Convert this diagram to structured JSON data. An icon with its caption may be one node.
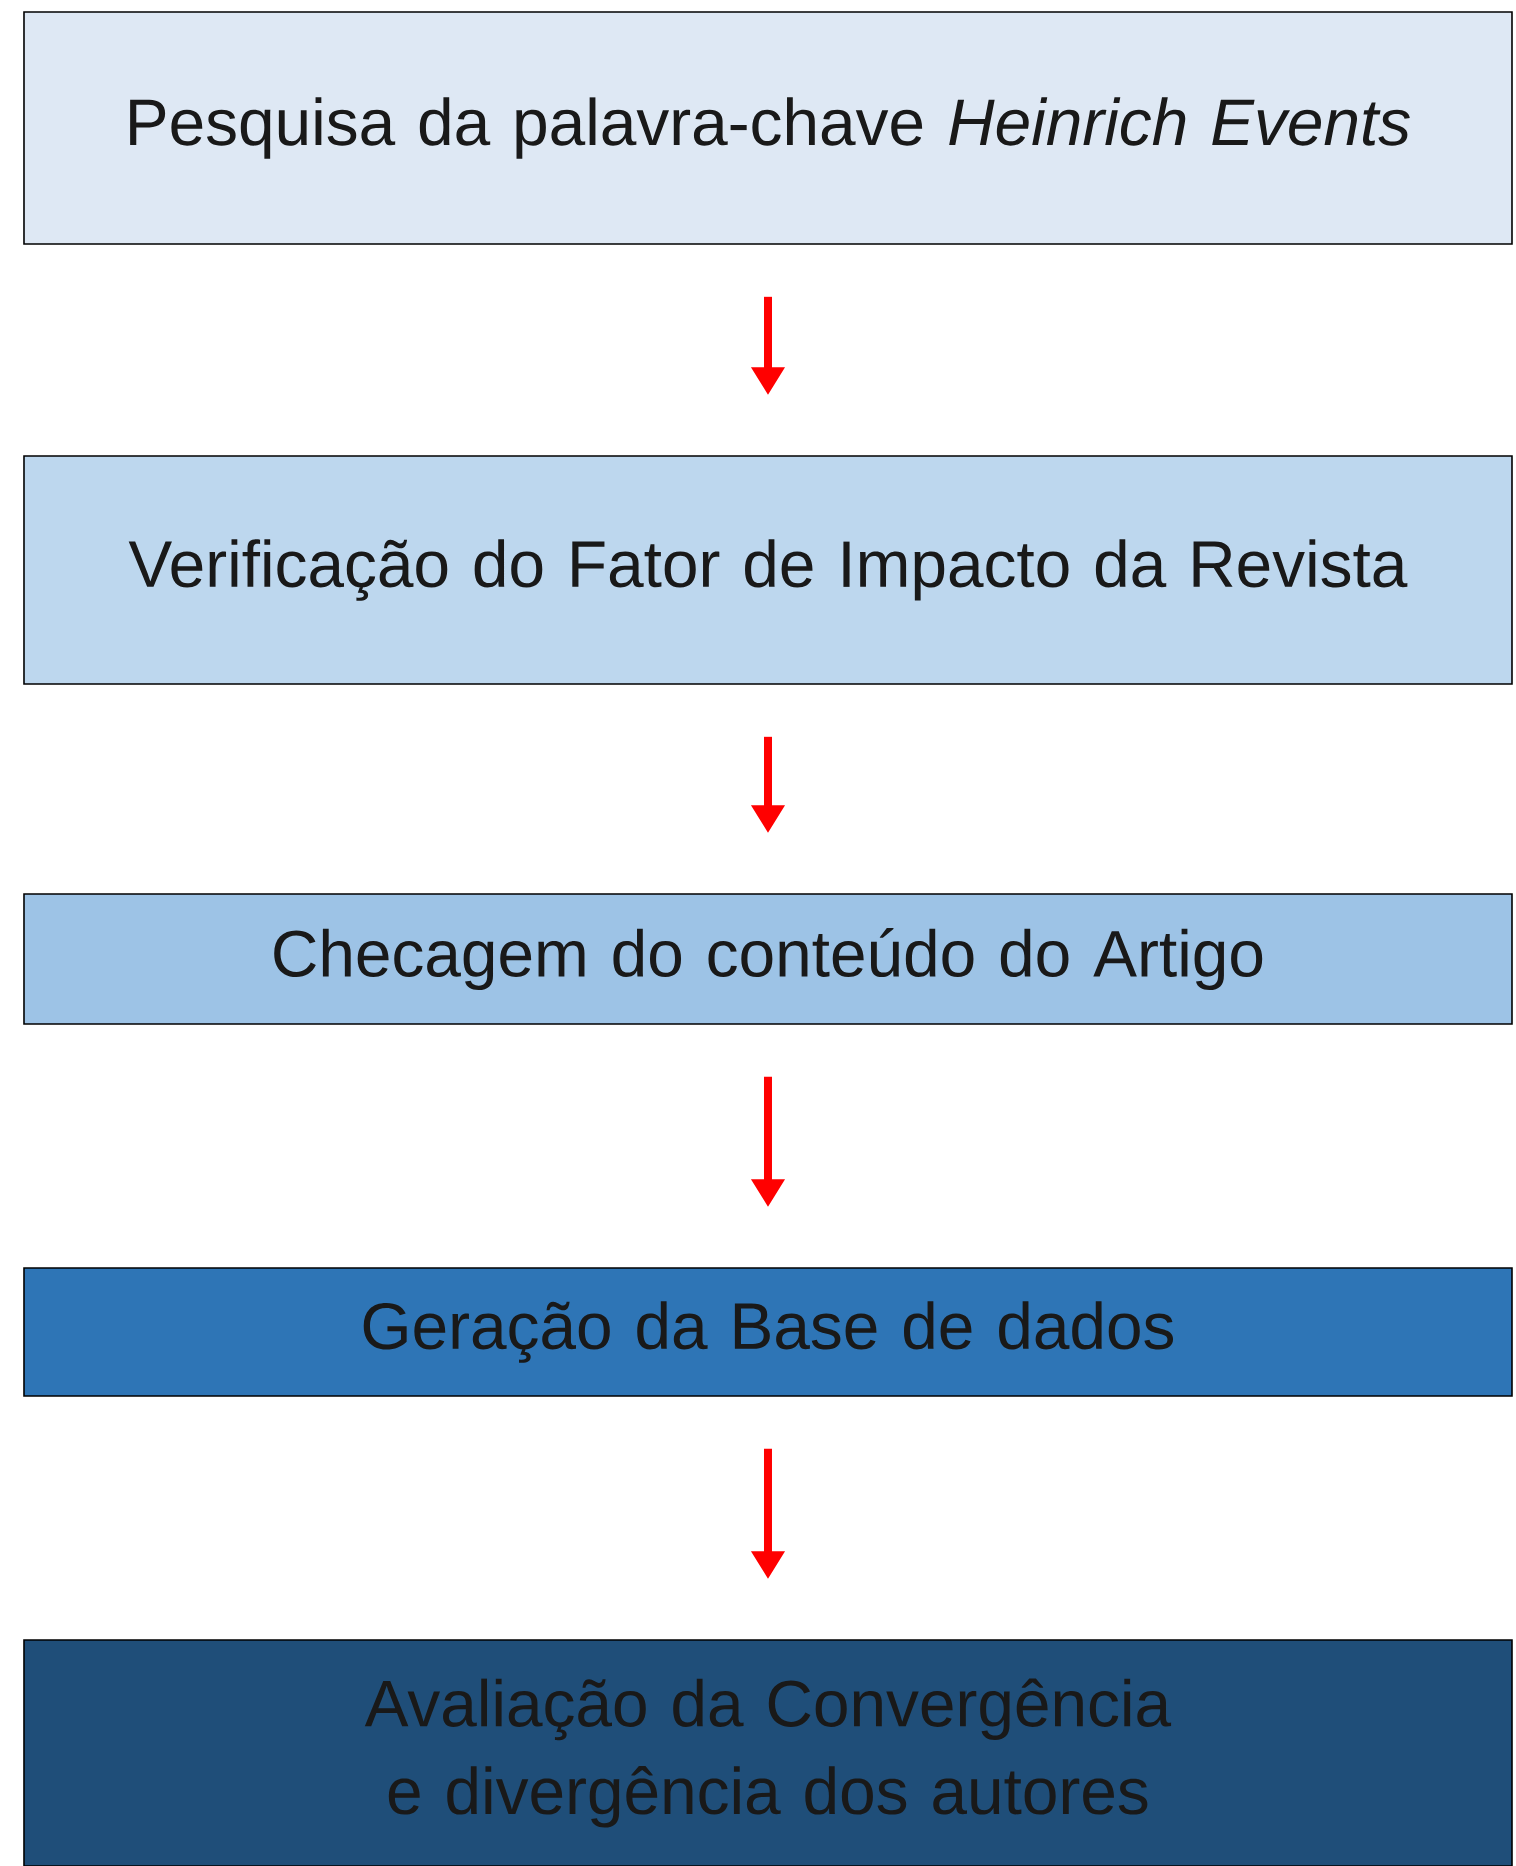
{
  "diagram": {
    "nodes": [
      {
        "text": [
          "Pesquisa da palavra-chave *Heinrich Events*"
        ]
      },
      {
        "text": [
          "Verificação do Fator de Impacto da Revista"
        ]
      },
      {
        "text": [
          "Checagem do conteúdo do Artigo"
        ]
      },
      {
        "text": [
          "Geração da Base de dados"
        ]
      },
      {
        "text": [
          "Avaliação da Convergência e divergência dos autores"
        ]
      }
    ],
    "edges": [
      {
        "from": 0,
        "to": 1,
        "arrow": "to"
      },
      {
        "from": 1,
        "to": 2,
        "arrow": "to"
      },
      {
        "from": 2,
        "to": 3,
        "arrow": "to"
      },
      {
        "from": 3,
        "to": 4,
        "arrow": "to"
      }
    ]
  }
}
